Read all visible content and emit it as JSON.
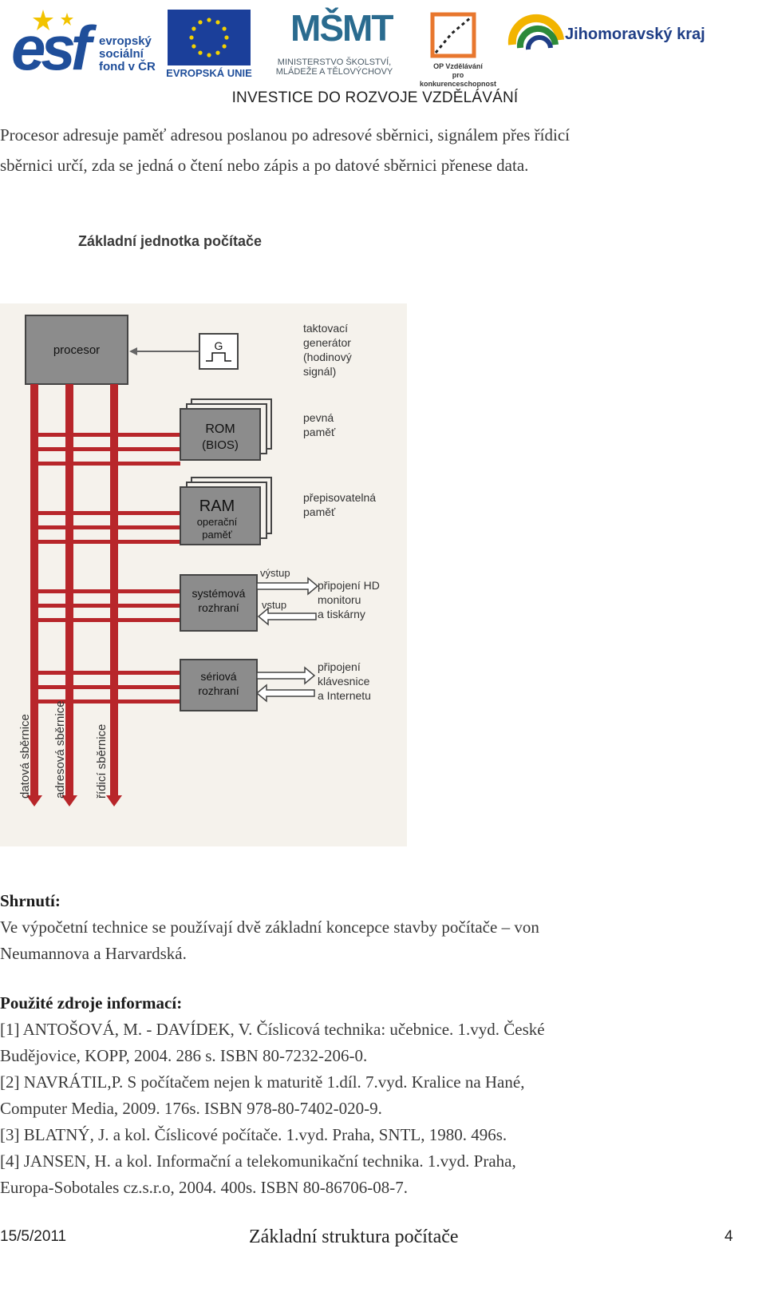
{
  "header": {
    "esf_letters": "esf",
    "esf_text": [
      "evropský",
      "sociální",
      "fond v ČR"
    ],
    "eu_label": "EVROPSKÁ UNIE",
    "msmt_mark": "MŠMT",
    "msmt_text": [
      "MINISTERSTVO ŠKOLSTVÍ,",
      "MLÁDEŽE A TĚLOVÝCHOVY"
    ],
    "op_text": [
      "OP Vzdělávání",
      "pro konkurenceschopnost"
    ],
    "jmk_text": "Jihomoravský kraj",
    "investice": "INVESTICE DO ROZVOJE VZDĚLÁVÁNÍ"
  },
  "intro": [
    "Procesor adresuje paměť adresou poslanou po adresové sběrnici, signálem přes řídicí",
    "sběrnici určí, zda se jedná o čtení nebo zápis a po datové sběrnici přenese data."
  ],
  "diagram": {
    "title": "Základní jednotka počítače",
    "processor": "procesor",
    "clock_box": "G",
    "clock_label": [
      "taktovací",
      "generátor",
      "(hodinový",
      "signál)"
    ],
    "rom_box": [
      "ROM",
      "(BIOS)"
    ],
    "rom_label": [
      "pevná",
      "paměť"
    ],
    "ram_box": [
      "RAM",
      "operační",
      "paměť"
    ],
    "ram_label": [
      "přepisovatelná",
      "paměť"
    ],
    "sys_box": [
      "systémová",
      "rozhraní"
    ],
    "sys_output": "výstup",
    "sys_input": "vstup",
    "sys_label": [
      "připojení HD",
      "monitoru",
      "a tiskárny"
    ],
    "ser_box": [
      "sériová",
      "rozhraní"
    ],
    "ser_label": [
      "připojení",
      "klávesnice",
      "a Internetu"
    ],
    "bus_data": "datová sběrnice",
    "bus_address": "adresová sběrnice",
    "bus_control": "řídicí sběrnice",
    "bus_color": "#b8262a",
    "box_color": "#8c8c8c"
  },
  "summary": {
    "heading": "Shrnutí:",
    "lines": [
      "Ve výpočetní technice se používají dvě základní koncepce stavby počítače – von",
      "Neumannova a Harvardská."
    ]
  },
  "sources": {
    "heading": "Použité zdroje informací:",
    "lines": [
      "[1] ANTOŠOVÁ, M. - DAVÍDEK, V. Číslicová technika: učebnice. 1.vyd. České",
      "Budějovice, KOPP, 2004. 286 s. ISBN 80-7232-206-0.",
      "[2] NAVRÁTIL,P. S počítačem nejen k maturitě 1.díl. 7.vyd. Kralice na Hané,",
      "Computer Media, 2009. 176s. ISBN 978-80-7402-020-9.",
      "[3] BLATNÝ, J. a kol. Číslicové počítače. 1.vyd. Praha, SNTL, 1980. 496s.",
      "[4] JANSEN, H. a kol. Informační a telekomunikační technika. 1.vyd. Praha,",
      "Europa-Sobotales cz.s.r.o, 2004. 400s. ISBN 80-86706-08-7."
    ]
  },
  "footer": {
    "date": "15/5/2011",
    "title": "Základní struktura počítače",
    "page": "4"
  }
}
